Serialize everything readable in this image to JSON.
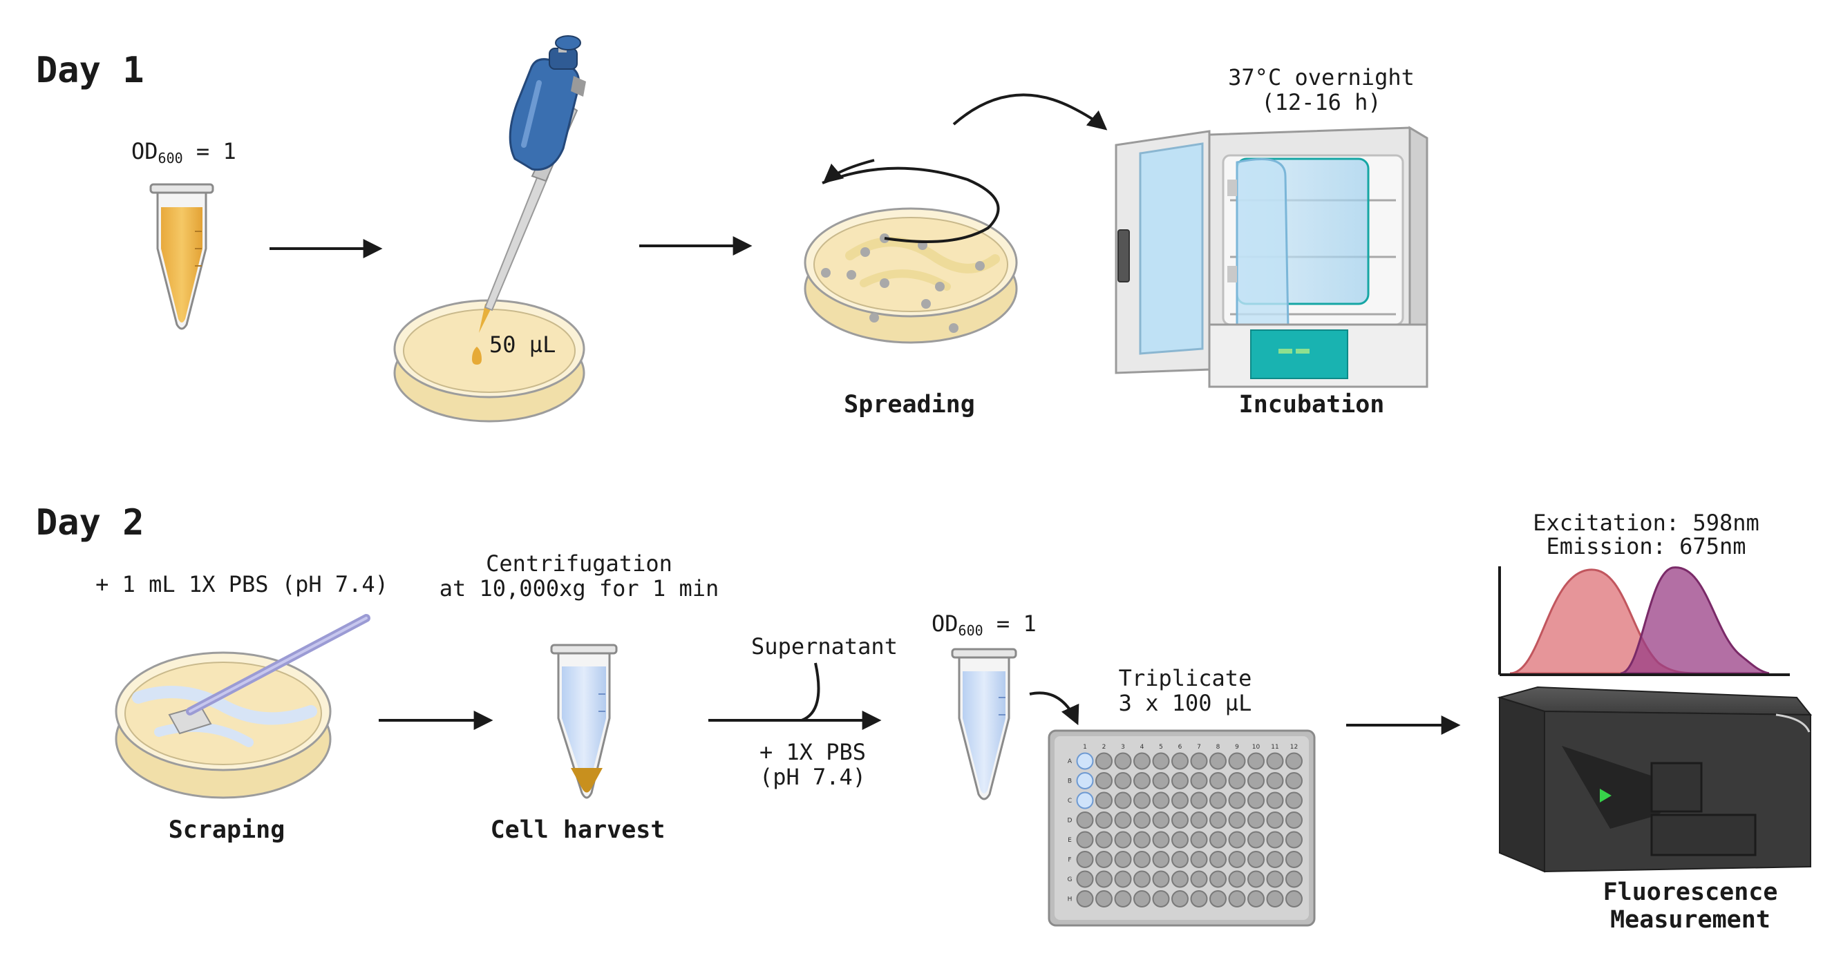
{
  "day1": {
    "title": "Day 1",
    "od_prefix": "OD",
    "od_sub": "600",
    "od_suffix": " = 1",
    "volume": "50 µL",
    "incubation_line1": "37°C overnight",
    "incubation_line2": "(12-16 h)",
    "spreading_caption": "Spreading",
    "incubation_caption": "Incubation"
  },
  "day2": {
    "title": "Day 2",
    "pbs_add": "+ 1 mL 1X PBS (pH 7.4)",
    "centrifugation_line1": "Centrifugation",
    "centrifugation_line2": "at 10,000xg for 1 min",
    "supernatant": "Supernatant",
    "pbs_line1": "+ 1X PBS",
    "pbs_line2": "(pH 7.4)",
    "od_prefix": "OD",
    "od_sub": "600",
    "od_suffix": " = 1",
    "triplicate_line1": "Triplicate",
    "triplicate_line2": "3 x 100 µL",
    "excitation": "Excitation: 598nm",
    "emission": "Emission: 675nm",
    "scraping_caption": "Scraping",
    "harvest_caption": "Cell harvest",
    "fluorescence_line1": "Fluorescence",
    "fluorescence_line2": "Measurement"
  },
  "plate": {
    "columns": [
      "1",
      "2",
      "3",
      "4",
      "5",
      "6",
      "7",
      "8",
      "9",
      "10",
      "11",
      "12"
    ],
    "rows": [
      "A",
      "B",
      "C",
      "D",
      "E",
      "F",
      "G",
      "H"
    ]
  },
  "colors": {
    "culture": "#f0c160",
    "agar": "#f8ebc6",
    "pipette_blue": "#3a6fb0",
    "tube_blue": "#cfe0f7",
    "pellet": "#c8901e",
    "incubator_teal": "#19b3b1",
    "excitation_peak": "#e07a80",
    "emission_peak": "#9a3f86",
    "reader_body": "#3a3a3a",
    "reader_led": "#37d24a"
  }
}
